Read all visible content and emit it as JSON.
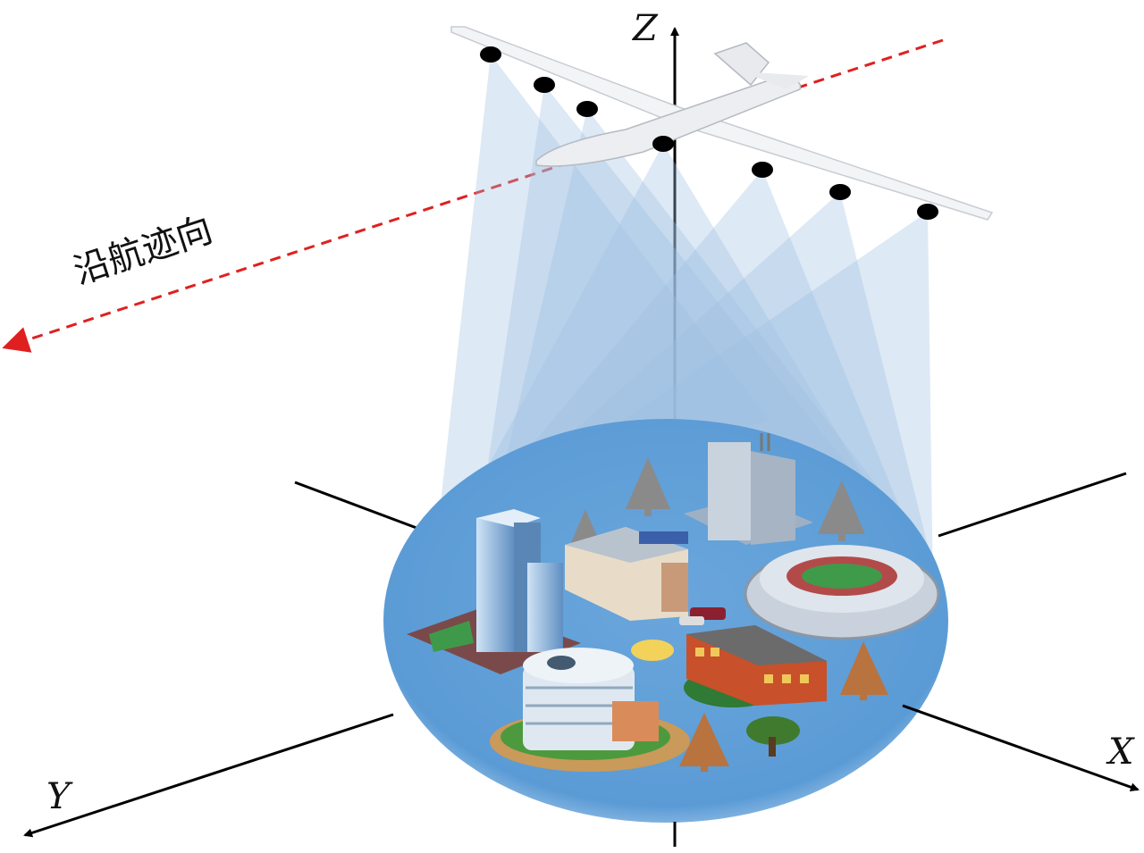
{
  "axes": {
    "z_label": "Z",
    "y_label": "Y",
    "x_label": "X"
  },
  "flight_track": {
    "label": "沿航迹向",
    "color": "#e02020"
  },
  "colors": {
    "ground": "#5b9bd5",
    "beam": "#9dbfe3",
    "axis": "#000000"
  },
  "sensors": {
    "count": 7
  }
}
